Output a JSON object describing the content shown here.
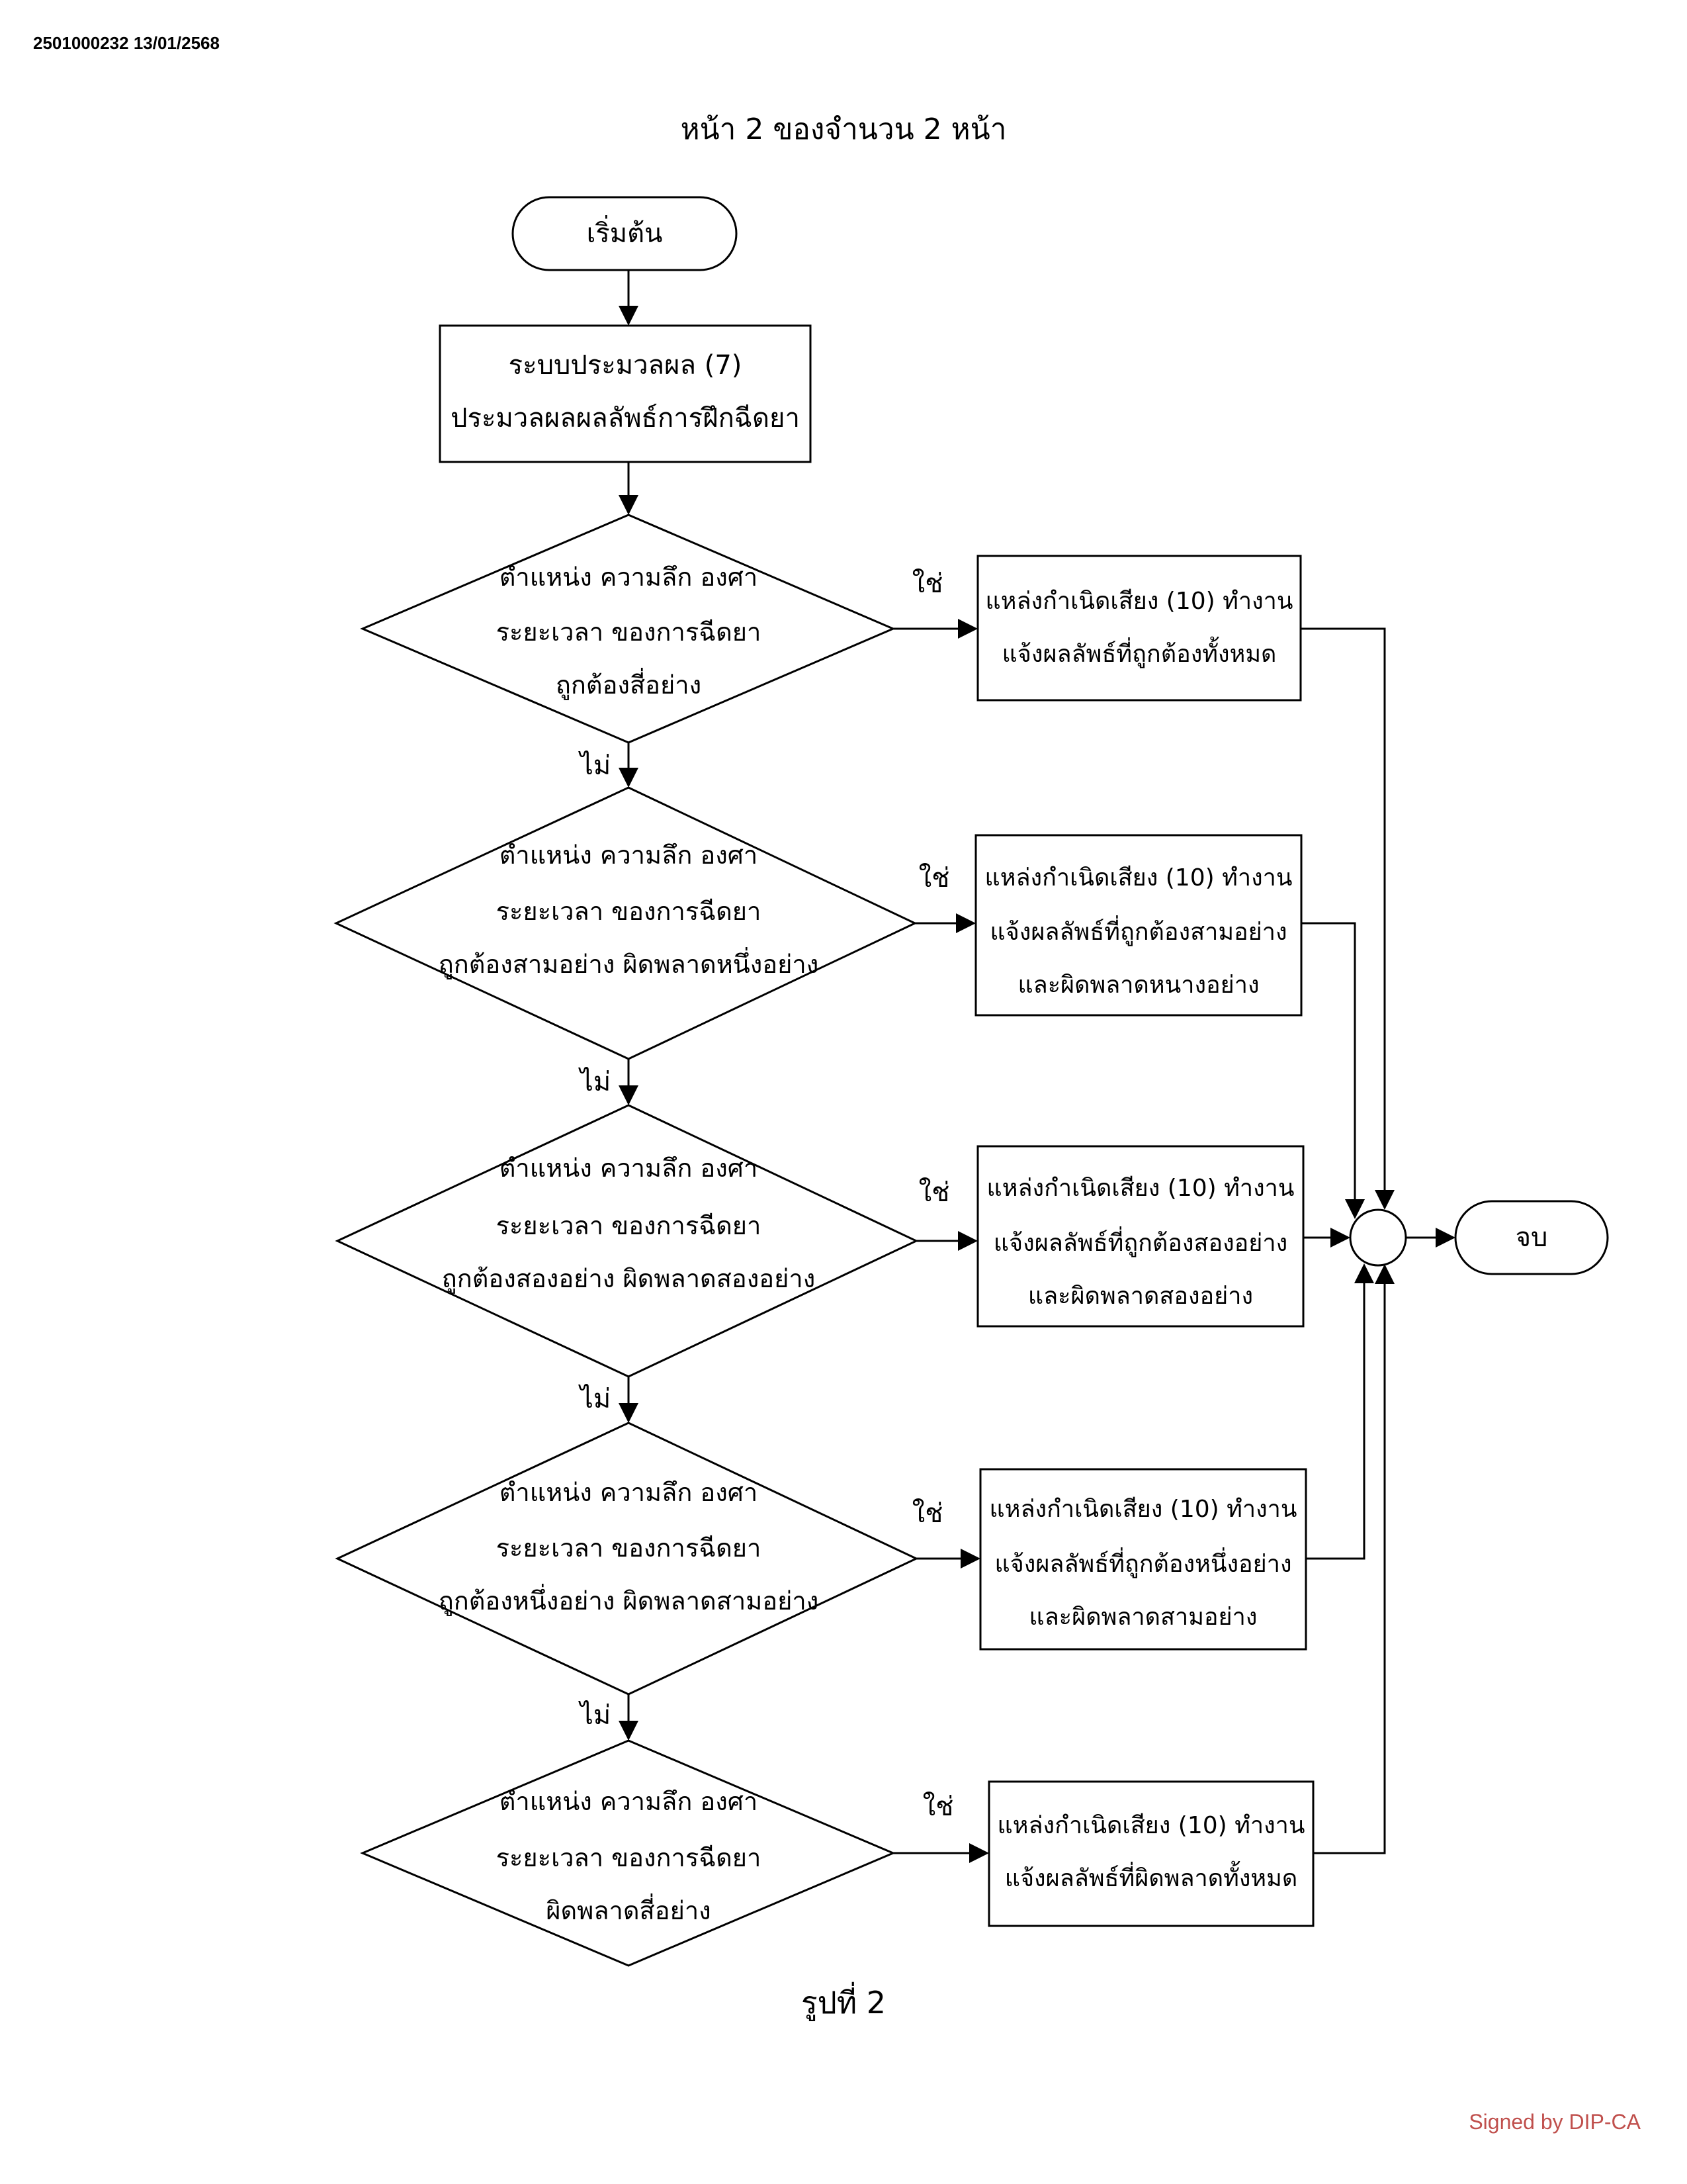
{
  "document_id": "2501000232 13/01/2568",
  "page_header": "หน้า 2 ของจำนวน 2 หน้า",
  "figure_caption": "รูปที่ 2",
  "signature": "Signed by DIP-CA",
  "flowchart": {
    "start": "เริ่มต้น",
    "end": "จบ",
    "process": [
      "ระบบประมวลผล (7)",
      "ประมวลผลผลลัพธ์การฝึกฉีดยา"
    ],
    "yes_label": "ใช่",
    "no_label": "ไม่",
    "decisions": [
      [
        "ตำแหน่ง ความลึก องศา",
        "ระยะเวลา ของการฉีดยา",
        "ถูกต้องสี่อย่าง"
      ],
      [
        "ตำแหน่ง ความลึก องศา",
        "ระยะเวลา ของการฉีดยา",
        "ถูกต้องสามอย่าง ผิดพลาดหนึ่งอย่าง"
      ],
      [
        "ตำแหน่ง ความลึก องศา",
        "ระยะเวลา ของการฉีดยา",
        "ถูกต้องสองอย่าง ผิดพลาดสองอย่าง"
      ],
      [
        "ตำแหน่ง ความลึก องศา",
        "ระยะเวลา ของการฉีดยา",
        "ถูกต้องหนึ่งอย่าง ผิดพลาดสามอย่าง"
      ],
      [
        "ตำแหน่ง ความลึก องศา",
        "ระยะเวลา ของการฉีดยา",
        "ผิดพลาดสี่อย่าง"
      ]
    ],
    "outcomes": [
      [
        "แหล่งกำเนิดเสียง (10) ทำงาน",
        "แจ้งผลลัพธ์ที่ถูกต้องทั้งหมด"
      ],
      [
        "แหล่งกำเนิดเสียง (10) ทำงาน",
        "แจ้งผลลัพธ์ที่ถูกต้องสามอย่าง",
        "และผิดพลาดหนางอย่าง"
      ],
      [
        "แหล่งกำเนิดเสียง (10) ทำงาน",
        "แจ้งผลลัพธ์ที่ถูกต้องสองอย่าง",
        "และผิดพลาดสองอย่าง"
      ],
      [
        "แหล่งกำเนิดเสียง (10) ทำงาน",
        "แจ้งผลลัพธ์ที่ถูกต้องหนึ่งอย่าง",
        "และผิดพลาดสามอย่าง"
      ],
      [
        "แหล่งกำเนิดเสียง (10) ทำงาน",
        "แจ้งผลลัพธ์ที่ผิดพลาดทั้งหมด"
      ]
    ]
  }
}
